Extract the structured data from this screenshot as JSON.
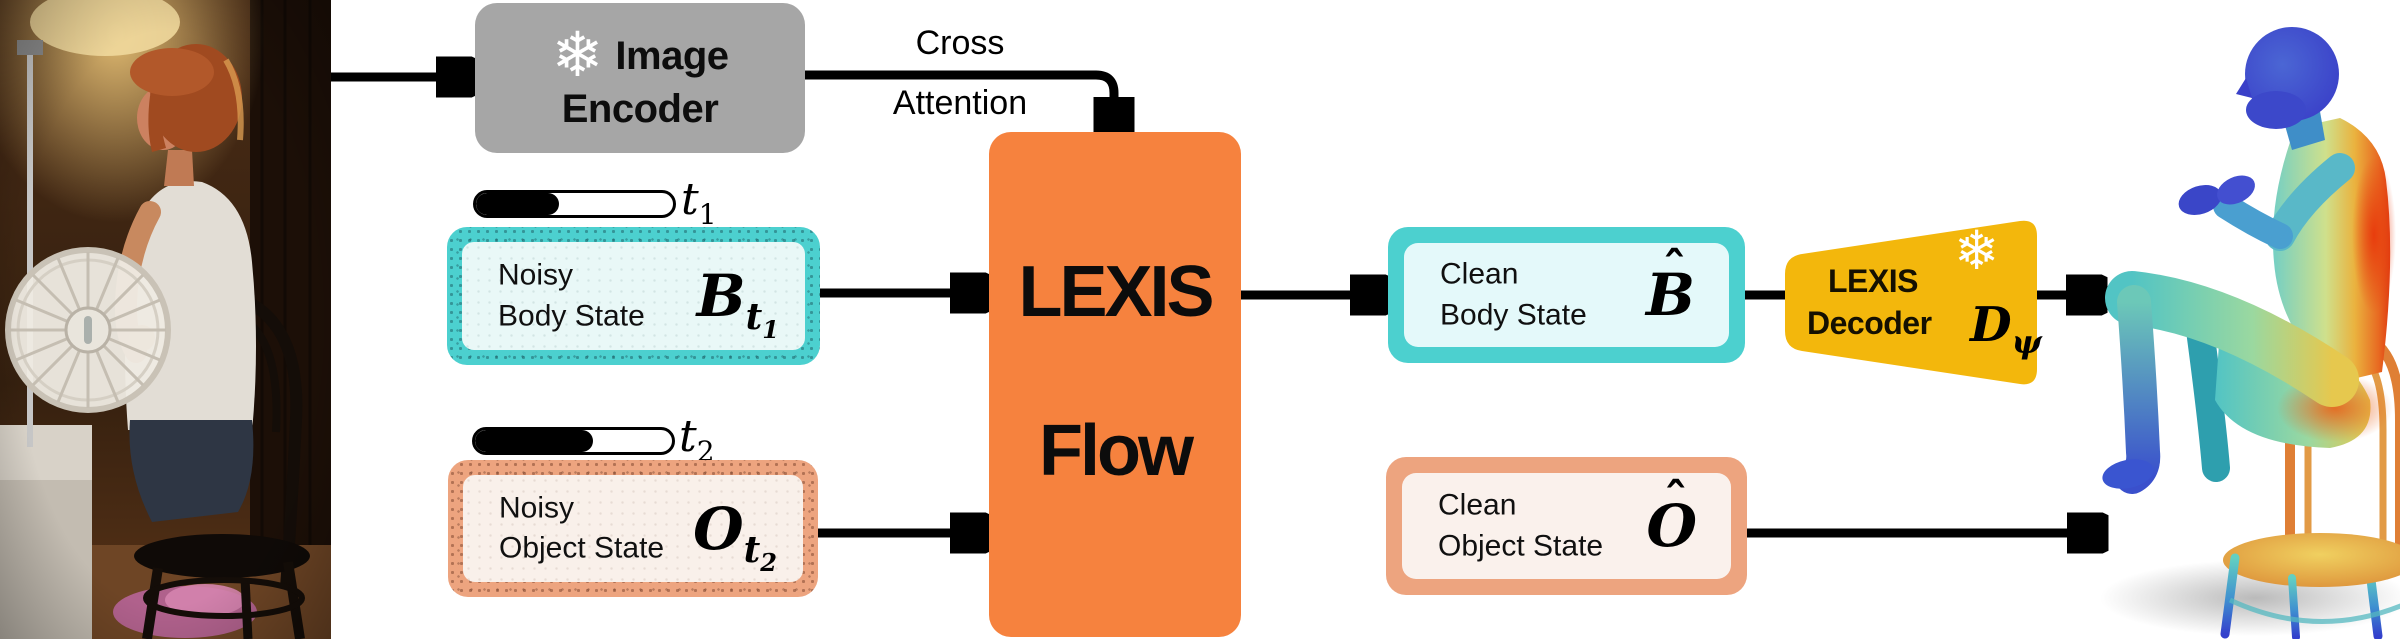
{
  "colors": {
    "encoder_gray": "#a6a6a6",
    "flow_orange": "#f6823e",
    "state_teal": "#4cd0cf",
    "state_teal_fill": "#e9f8f7",
    "state_salmon": "#eda47f",
    "state_salmon_fill": "#f9f0ea",
    "decoder_yellow": "#f3b70c",
    "arrow_black": "#000000"
  },
  "icons": {
    "snowflake": "❄"
  },
  "encoder": {
    "line1": "Image",
    "line2": "Encoder"
  },
  "cross_attention": {
    "line1": "Cross",
    "line2": "Attention"
  },
  "flow": {
    "line1": "LEXIS",
    "line2": "Flow"
  },
  "timesteps": [
    {
      "name": "t1",
      "label": "t",
      "sub": "1",
      "progress_pct": 42
    },
    {
      "name": "t2",
      "label": "t",
      "sub": "2",
      "progress_pct": 60
    }
  ],
  "noisy_body": {
    "line1": "Noisy",
    "line2": "Body State",
    "symbol": "B",
    "symbol_sub": "t",
    "symbol_subsub": "1"
  },
  "noisy_object": {
    "line1": "Noisy",
    "line2": "Object State",
    "symbol": "O",
    "symbol_sub": "t",
    "symbol_subsub": "2"
  },
  "clean_body": {
    "line1": "Clean",
    "line2": "Body State",
    "symbol": "B",
    "symbol_hat": "ˆ"
  },
  "clean_object": {
    "line1": "Clean",
    "line2": "Object State",
    "symbol": "O",
    "symbol_hat": "ˆ"
  },
  "decoder": {
    "line1": "LEXIS",
    "line2": "Decoder",
    "symbol": "D",
    "symbol_sub": "ψ"
  }
}
